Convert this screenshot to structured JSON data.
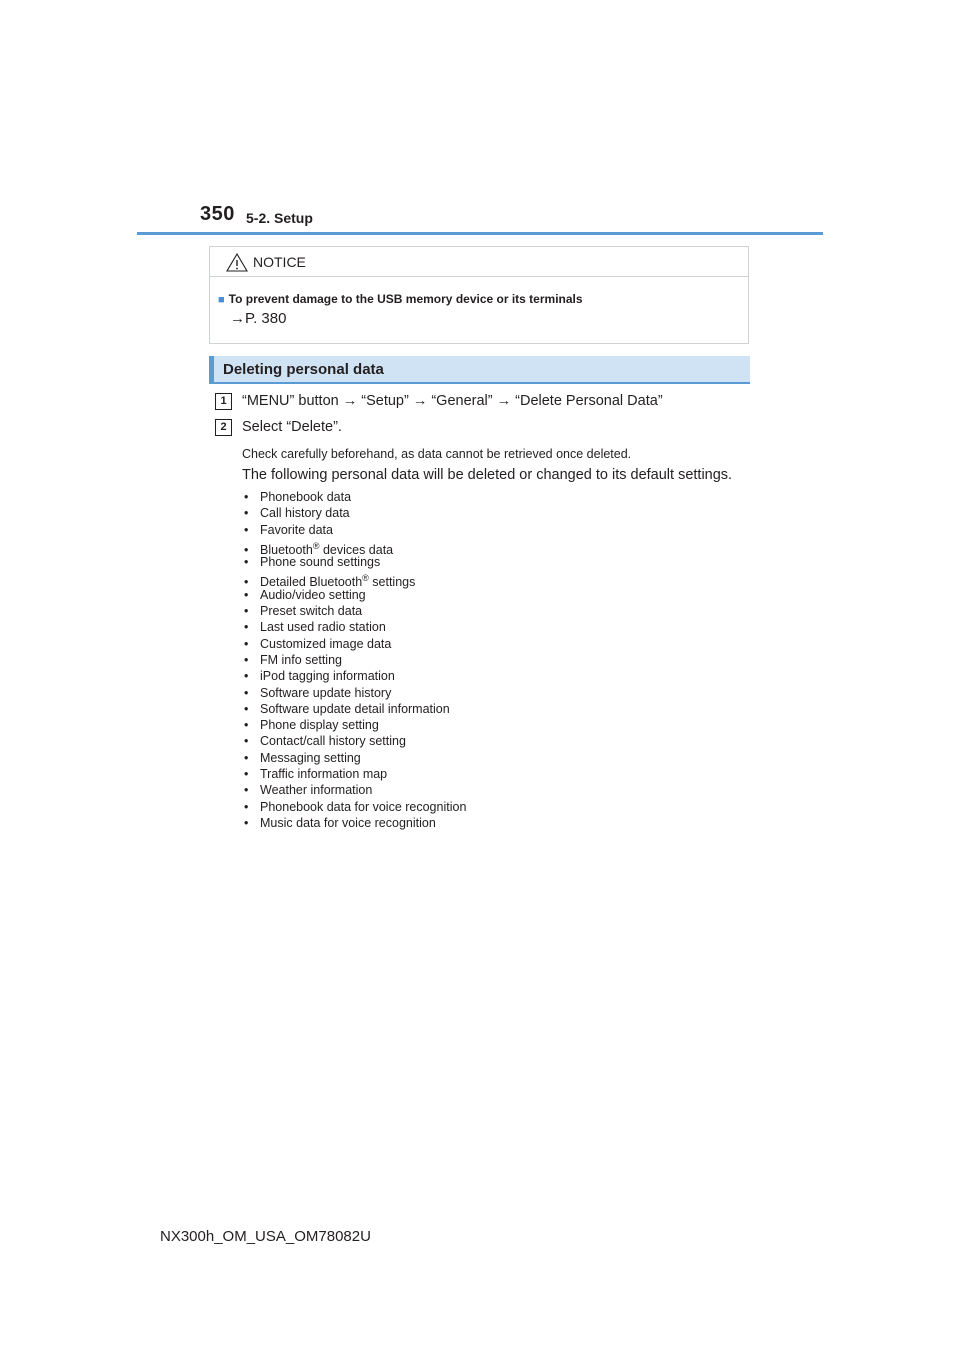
{
  "header": {
    "page_number": "350",
    "section": "5-2. Setup",
    "rule_color": "#5b9bd5"
  },
  "notice": {
    "icon": "warning-triangle-icon",
    "title": "NOTICE",
    "bullet_marker": "■",
    "bullet_title": "To prevent damage to the USB memory device or its terminals",
    "reference": "→P. 380"
  },
  "section": {
    "title": "Deleting personal data",
    "band_color": "#d0e3f5"
  },
  "steps": [
    {
      "number": "1",
      "text": "“MENU” button → “Setup” → “General” → “Delete Personal Data”"
    },
    {
      "number": "2",
      "text": "Select “Delete”."
    }
  ],
  "note": "Check carefully beforehand, as data cannot be retrieved once deleted.",
  "info": "The following personal data will be deleted or changed to its default settings.",
  "list_bullet": "•",
  "items": [
    {
      "text": "Phonebook data"
    },
    {
      "text": "Call history data"
    },
    {
      "text": "Favorite data"
    },
    {
      "text": "Bluetooth",
      "sup": "®",
      "after": " devices data"
    },
    {
      "text": "Phone sound settings"
    },
    {
      "text": "Detailed Bluetooth",
      "sup": "®",
      "after": " settings"
    },
    {
      "text": "Audio/video setting"
    },
    {
      "text": "Preset switch data"
    },
    {
      "text": "Last used radio station"
    },
    {
      "text": "Customized image data"
    },
    {
      "text": "FM info setting"
    },
    {
      "text": "iPod tagging information"
    },
    {
      "text": "Software update history"
    },
    {
      "text": "Software update detail information"
    },
    {
      "text": "Phone display setting"
    },
    {
      "text": "Contact/call history setting"
    },
    {
      "text": "Messaging setting"
    },
    {
      "text": "Traffic information map"
    },
    {
      "text": "Weather information"
    },
    {
      "text": "Phonebook data for voice recognition"
    },
    {
      "text": "Music data for voice recognition"
    }
  ],
  "footer": {
    "code": "NX300h_OM_USA_OM78082U"
  }
}
